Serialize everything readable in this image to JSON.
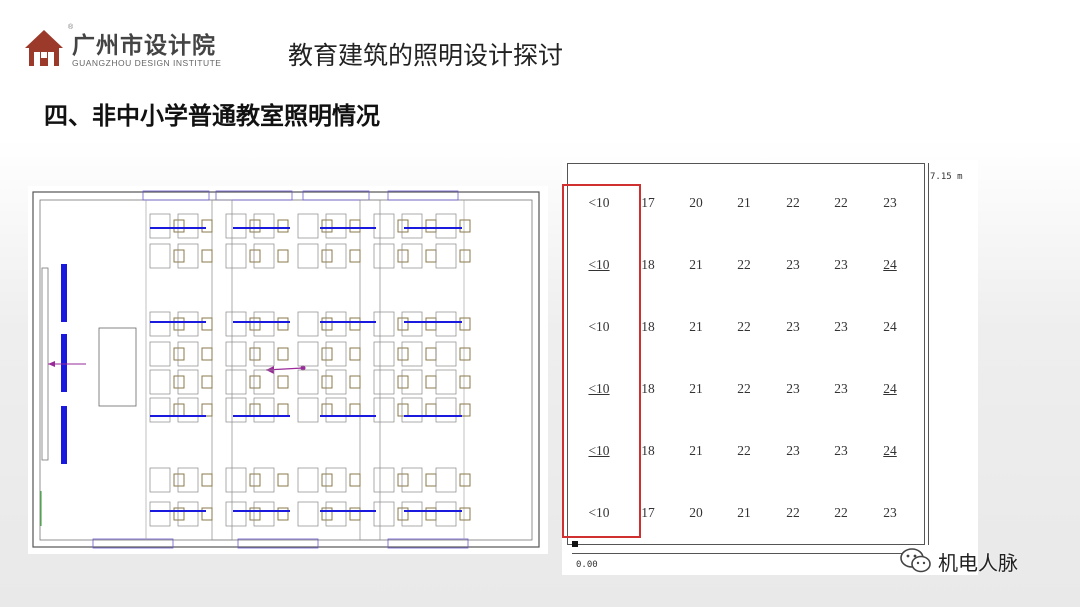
{
  "header": {
    "logo_cn": "广州市设计院",
    "logo_en": "GUANGZHOU DESIGN INSTITUTE",
    "logo_reg": "®",
    "title": "教育建筑的照明设计探讨",
    "logo_color": "#9b3a2a"
  },
  "section": {
    "heading": "四、非中小学普通教室照明情况"
  },
  "illuminance_grid": {
    "dim_top": "7.15 m",
    "dim_origin": "0.00",
    "highlight_color": "#d03030",
    "rows": [
      [
        {
          "v": "<10",
          "u": false
        },
        {
          "v": "17",
          "u": false
        },
        {
          "v": "20",
          "u": false
        },
        {
          "v": "21",
          "u": false
        },
        {
          "v": "22",
          "u": false
        },
        {
          "v": "22",
          "u": false
        },
        {
          "v": "23",
          "u": false
        }
      ],
      [
        {
          "v": "<10",
          "u": true
        },
        {
          "v": "18",
          "u": false
        },
        {
          "v": "21",
          "u": false
        },
        {
          "v": "22",
          "u": false
        },
        {
          "v": "23",
          "u": false
        },
        {
          "v": "23",
          "u": false
        },
        {
          "v": "24",
          "u": true
        }
      ],
      [
        {
          "v": "<10",
          "u": false
        },
        {
          "v": "18",
          "u": false
        },
        {
          "v": "21",
          "u": false
        },
        {
          "v": "22",
          "u": false
        },
        {
          "v": "23",
          "u": false
        },
        {
          "v": "23",
          "u": false
        },
        {
          "v": "24",
          "u": false
        }
      ],
      [
        {
          "v": "<10",
          "u": true
        },
        {
          "v": "18",
          "u": false
        },
        {
          "v": "21",
          "u": false
        },
        {
          "v": "22",
          "u": false
        },
        {
          "v": "23",
          "u": false
        },
        {
          "v": "23",
          "u": false
        },
        {
          "v": "24",
          "u": true
        }
      ],
      [
        {
          "v": "<10",
          "u": true
        },
        {
          "v": "18",
          "u": false
        },
        {
          "v": "21",
          "u": false
        },
        {
          "v": "22",
          "u": false
        },
        {
          "v": "23",
          "u": false
        },
        {
          "v": "23",
          "u": false
        },
        {
          "v": "24",
          "u": true
        }
      ],
      [
        {
          "v": "<10",
          "u": false
        },
        {
          "v": "17",
          "u": false
        },
        {
          "v": "20",
          "u": false
        },
        {
          "v": "21",
          "u": false
        },
        {
          "v": "22",
          "u": false
        },
        {
          "v": "22",
          "u": false
        },
        {
          "v": "23",
          "u": false
        }
      ]
    ]
  },
  "watermark": {
    "text": "机电人脉",
    "icon": "wechat-icon"
  }
}
